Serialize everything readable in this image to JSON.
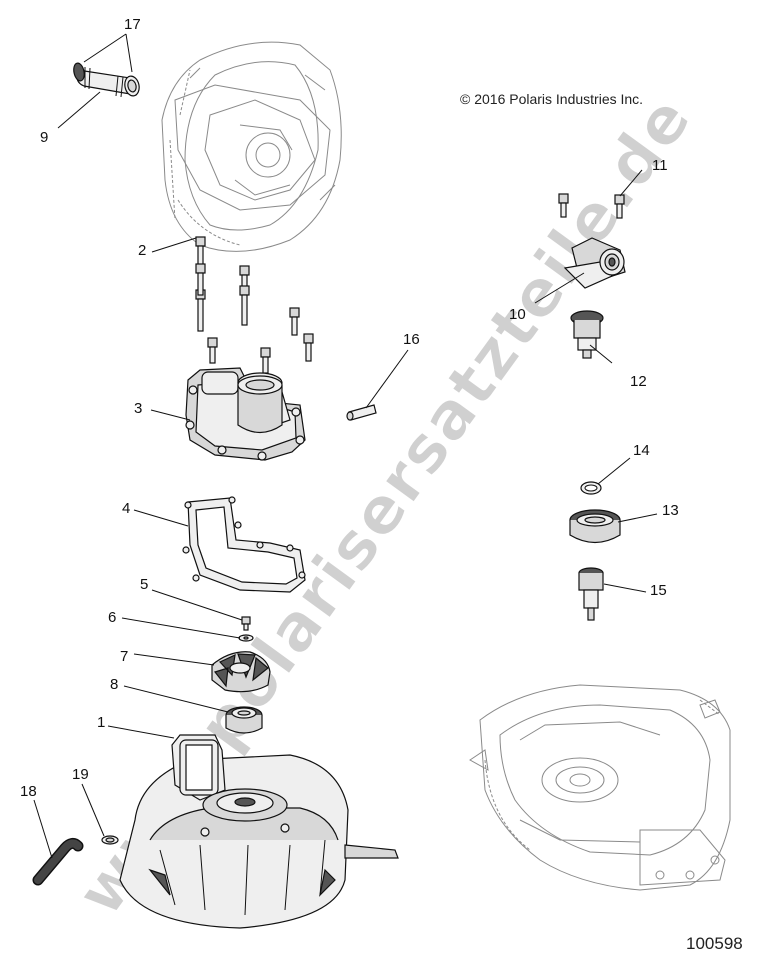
{
  "copyright": "© 2016 Polaris Industries Inc.",
  "figure_id": "100598",
  "watermark": "www.polarisersatzteile.de",
  "callouts": {
    "c1": "1",
    "c2": "2",
    "c3": "3",
    "c4": "4",
    "c5": "5",
    "c6": "6",
    "c7": "7",
    "c8": "8",
    "c9": "9",
    "c10": "10",
    "c11": "11",
    "c12": "12",
    "c13": "13",
    "c14": "14",
    "c15": "15",
    "c16": "16",
    "c17": "17",
    "c18": "18",
    "c19": "19"
  }
}
